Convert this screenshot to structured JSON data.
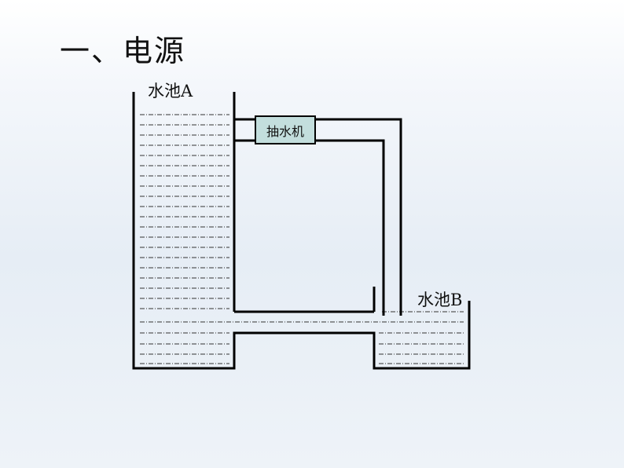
{
  "slide": {
    "title": "一、电源"
  },
  "diagram": {
    "tank_a_label": "水池A",
    "tank_b_label": "水池B",
    "pump_label": "抽水机"
  },
  "colors": {
    "line": "#000000",
    "water_dash": "#333333",
    "pump_fill": "#c3dedd"
  }
}
